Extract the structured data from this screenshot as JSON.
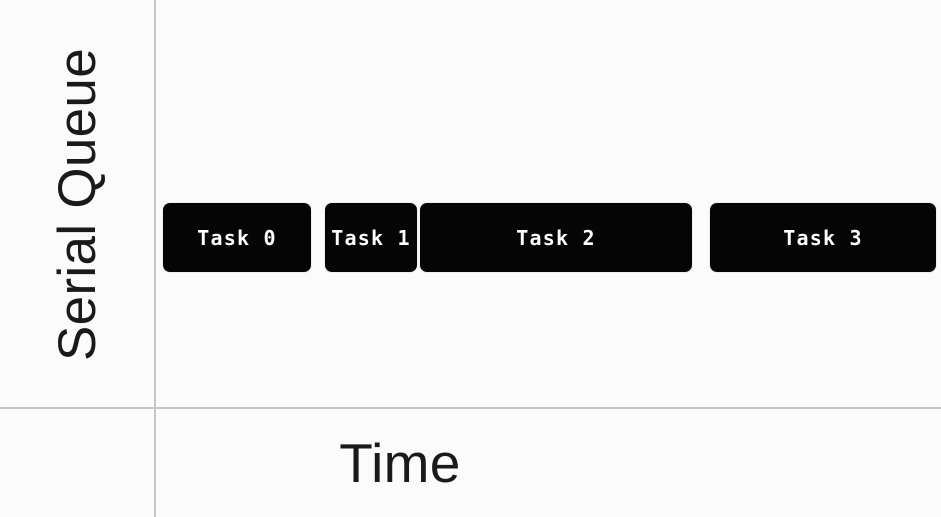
{
  "figure": {
    "background_color": "#fbfbfb",
    "axis_line_color": "#c6c6c6",
    "bar_color": "#050505",
    "bar_text_color": "#ffffff"
  },
  "axes": {
    "y_title": "Serial Queue",
    "x_title": "Time"
  },
  "chart_data": {
    "type": "bar",
    "orientation": "horizontal-timeline",
    "title": "",
    "subtitle": "",
    "xlabel": "Time",
    "ylabel": "Serial Queue",
    "grid": false,
    "legend": null,
    "xlim": [
      0,
      100
    ],
    "categories": [
      "Task 0",
      "Task 1",
      "Task 2",
      "Task 3"
    ],
    "tasks": [
      {
        "label": "Task 0",
        "lane": "Serial Queue",
        "start": 1.0,
        "end": 19.9,
        "duration": 18.9
      },
      {
        "label": "Task 1",
        "lane": "Serial Queue",
        "start": 21.7,
        "end": 33.4,
        "duration": 11.7
      },
      {
        "label": "Task 2",
        "lane": "Serial Queue",
        "start": 33.8,
        "end": 68.4,
        "duration": 34.6
      },
      {
        "label": "Task 3",
        "lane": "Serial Queue",
        "start": 70.6,
        "end": 99.4,
        "duration": 28.8
      }
    ],
    "annotations": []
  }
}
